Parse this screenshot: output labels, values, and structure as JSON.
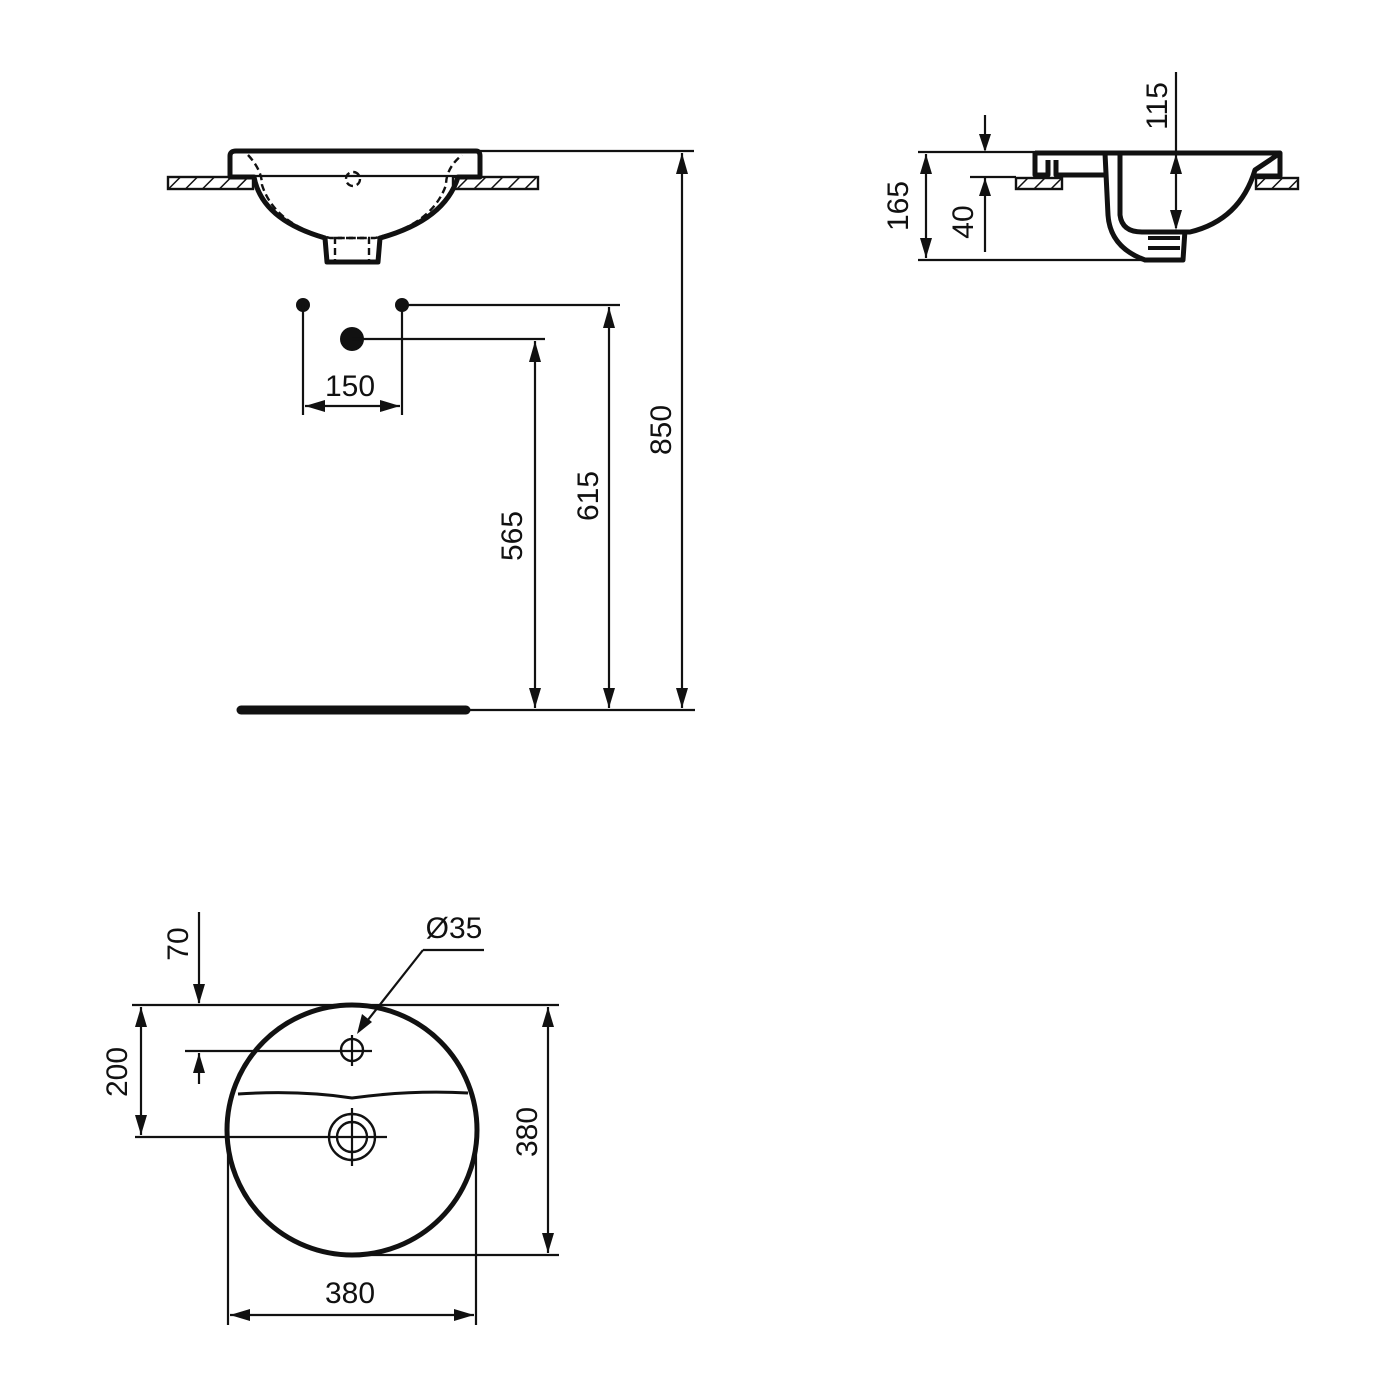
{
  "drawing": {
    "front_view": {
      "dimensions": {
        "tap_spacing": "150",
        "waste_height": "565",
        "supply_height": "615",
        "rim_height": "850"
      }
    },
    "side_view": {
      "dimensions": {
        "total_depth": "165",
        "rim_above_counter": "40",
        "bowl_depth": "115"
      }
    },
    "plan_view": {
      "dimensions": {
        "tap_hole_diameter": "Ø35",
        "tap_hole_offset": "70",
        "waste_offset": "200",
        "depth": "380",
        "width": "380"
      }
    }
  },
  "colors": {
    "line": "#111111",
    "background": "#ffffff"
  }
}
